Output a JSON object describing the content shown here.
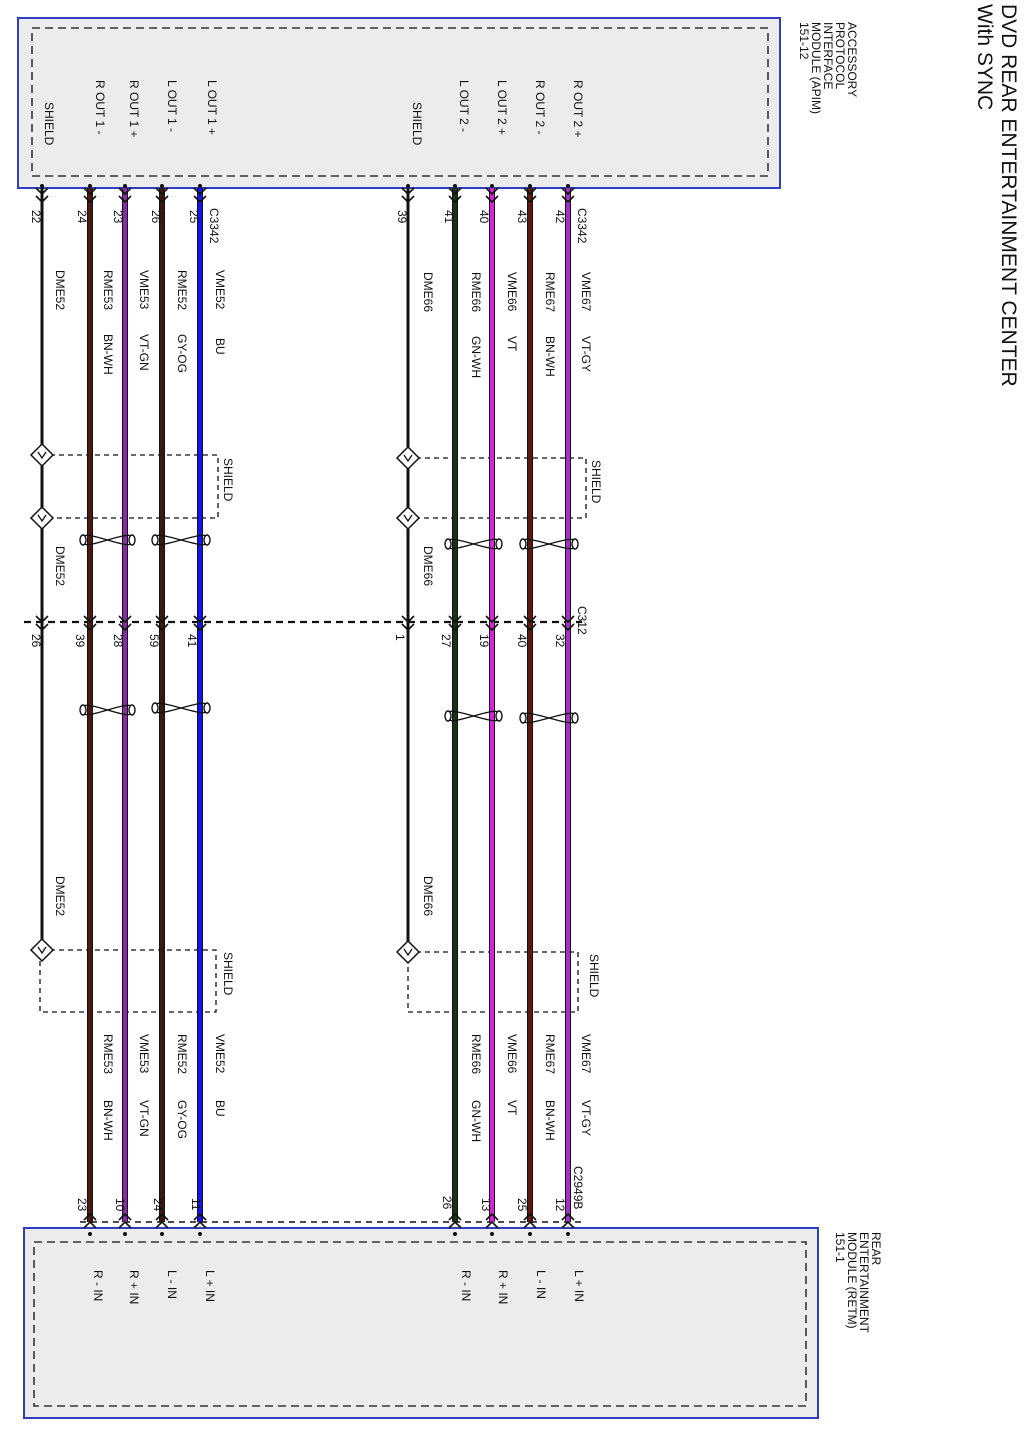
{
  "title": {
    "line1": "DVD REAR ENTERTAINMENT CENTER",
    "line2": "With SYNC"
  },
  "modules": {
    "apim": {
      "lines": [
        "ACCESSORY",
        "PROTOCOL",
        "INTERFACE",
        "MODULE (APIM)",
        "151-12"
      ],
      "pins": [
        {
          "label": "R OUT 2 +"
        },
        {
          "label": "R OUT 2 -"
        },
        {
          "label": "L OUT 2 +"
        },
        {
          "label": "L OUT 2 -"
        },
        {
          "label": "SHIELD"
        },
        {
          "label": "L OUT 1 +"
        },
        {
          "label": "L OUT 1 -"
        },
        {
          "label": "R OUT 1 +"
        },
        {
          "label": "R OUT 1 -"
        },
        {
          "label": "SHIELD"
        }
      ]
    },
    "retm": {
      "lines": [
        "REAR",
        "ENTERTAINMENT",
        "MODULE (RETM)",
        "151-1"
      ],
      "pins": [
        {
          "label": "L + IN"
        },
        {
          "label": "L - IN"
        },
        {
          "label": "R + IN"
        },
        {
          "label": "R - IN"
        },
        {
          "label": "L + IN"
        },
        {
          "label": "L - IN"
        },
        {
          "label": "R + IN"
        },
        {
          "label": "R - IN"
        }
      ]
    }
  },
  "connectors": {
    "c3342_a": "C3342",
    "c3342_b": "C3342",
    "c312": "C312",
    "c2949b": "C2949B"
  },
  "shield_label": "SHIELD",
  "wires": [
    {
      "id": "w1",
      "pin_top": "42",
      "pin_mid": "32",
      "pin_bot": "12",
      "code_top": "VME67",
      "color_top": "VT-GY",
      "code_bot": "VME67",
      "color_bot": "VT-GY",
      "stroke": "#a232c4"
    },
    {
      "id": "w2",
      "pin_top": "43",
      "pin_mid": "40",
      "pin_bot": "25",
      "code_top": "RME67",
      "color_top": "BN-WH",
      "code_bot": "RME67",
      "color_bot": "BN-WH",
      "stroke": "#5a1a10"
    },
    {
      "id": "w3",
      "pin_top": "40",
      "pin_mid": "19",
      "pin_bot": "13",
      "code_top": "VME66",
      "color_top": "VT",
      "code_bot": "VME66",
      "color_bot": "VT",
      "stroke": "#dd22dd"
    },
    {
      "id": "w4",
      "pin_top": "41",
      "pin_mid": "27",
      "pin_bot": "26",
      "code_top": "RME66",
      "color_top": "GN-WH",
      "code_bot": "RME66",
      "color_bot": "GN-WH",
      "stroke": "#1a3318"
    },
    {
      "id": "w5",
      "pin_top": "39",
      "pin_mid": "1",
      "code_top": "DME66",
      "code_mid": "DME66",
      "code_low": "DME66",
      "stroke": "#111111"
    },
    {
      "id": "w6",
      "pin_top": "25",
      "pin_mid": "41",
      "pin_bot": "11",
      "code_top": "VME52",
      "color_top": "BU",
      "code_bot": "VME52",
      "color_bot": "BU",
      "stroke": "#1414ee"
    },
    {
      "id": "w7",
      "pin_top": "26",
      "pin_mid": "59",
      "pin_bot": "24",
      "code_top": "RME52",
      "color_top": "GY-OG",
      "code_bot": "RME52",
      "color_bot": "GY-OG",
      "stroke": "#3a1a10"
    },
    {
      "id": "w8",
      "pin_top": "23",
      "pin_mid": "28",
      "pin_bot": "10",
      "code_top": "VME53",
      "color_top": "VT-GN",
      "code_bot": "VME53",
      "color_bot": "VT-GN",
      "stroke": "#8a2aa8"
    },
    {
      "id": "w9",
      "pin_top": "24",
      "pin_mid": "39",
      "pin_bot": "23",
      "code_top": "RME53",
      "color_top": "BN-WH",
      "code_bot": "RME53",
      "color_bot": "BN-WH",
      "stroke": "#4a1a12"
    },
    {
      "id": "w10",
      "pin_top": "22",
      "pin_mid": "26",
      "code_top": "DME52",
      "code_mid": "DME52",
      "code_low": "DME52",
      "stroke": "#111111"
    }
  ]
}
